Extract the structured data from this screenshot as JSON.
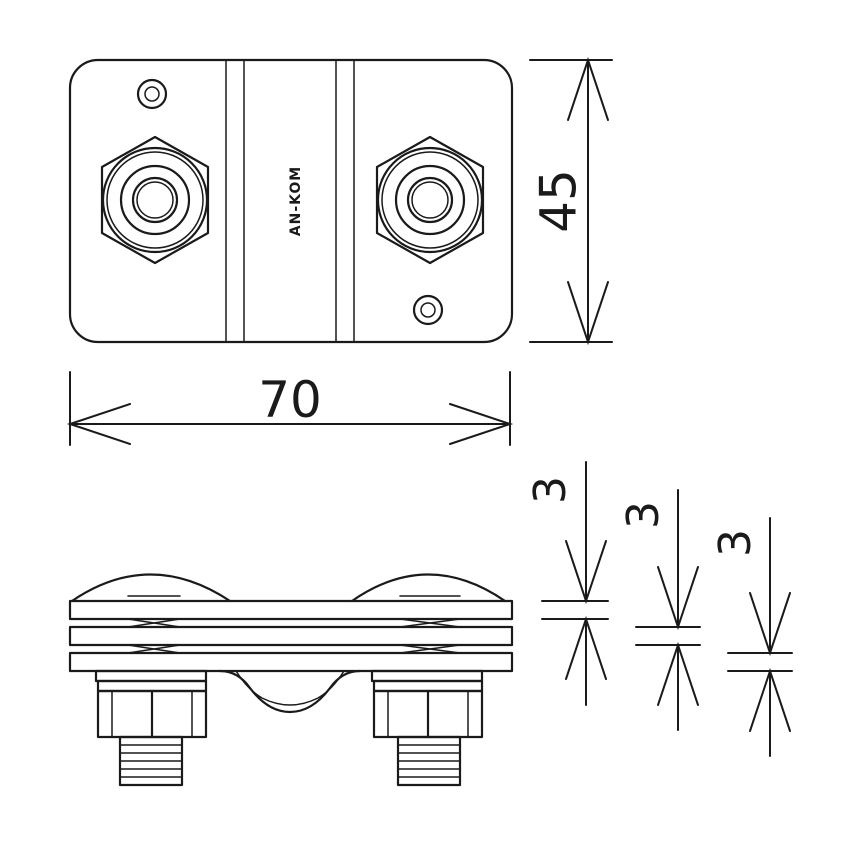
{
  "brand": "AN-KOM",
  "dimensions": {
    "width": "70",
    "height": "45",
    "thickness_1": "3",
    "thickness_2": "3",
    "thickness_3": "3"
  },
  "colors": {
    "line": "#1a1a1a",
    "background": "#ffffff"
  }
}
